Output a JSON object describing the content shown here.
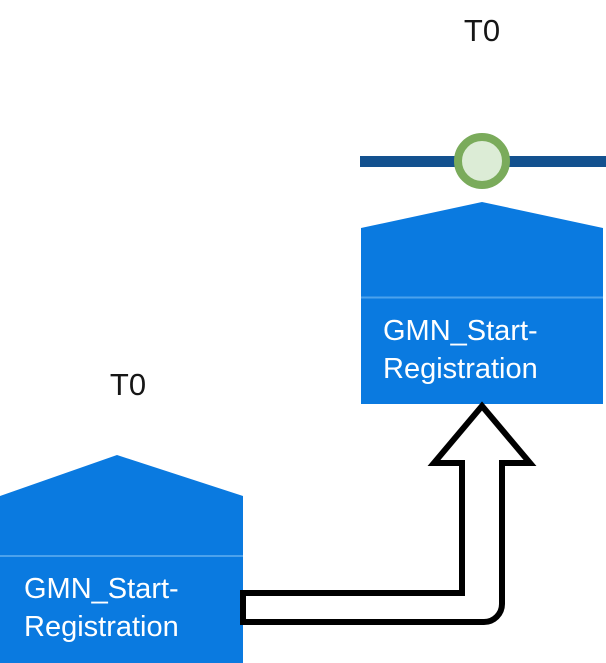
{
  "diagram": {
    "type": "message-flow-diagram",
    "background_color": "#ffffff",
    "palette": {
      "node_fill": "#0a7ae0",
      "node_divider": "#4ca2ec",
      "node_text": "#ffffff",
      "lane_line": "#13518f",
      "gateway_stroke": "#7aab5b",
      "gateway_fill": "#dcecd6",
      "arrow_stroke": "#000000",
      "arrow_fill": "#ffffff",
      "tag_text": "#161616"
    },
    "nodes": [
      {
        "id": "top-node",
        "shape": "pentagon-home-plate",
        "label": "GMN_Start-\nRegistration",
        "tag": "T0",
        "attached_marker": "green-circle-event",
        "on_lane": true
      },
      {
        "id": "bottom-node",
        "shape": "pentagon-home-plate",
        "label": "GMN_Start-\nRegistration",
        "tag": "T0",
        "attached_marker": null,
        "on_lane": false
      }
    ],
    "connector": {
      "id": "flow-arrow",
      "style": "hollow-block-arrow",
      "direction": "up",
      "from": "bottom-node",
      "to": "top-node",
      "routing": "right-then-up"
    },
    "lane": {
      "id": "timeline-lane",
      "orientation": "horizontal"
    }
  }
}
